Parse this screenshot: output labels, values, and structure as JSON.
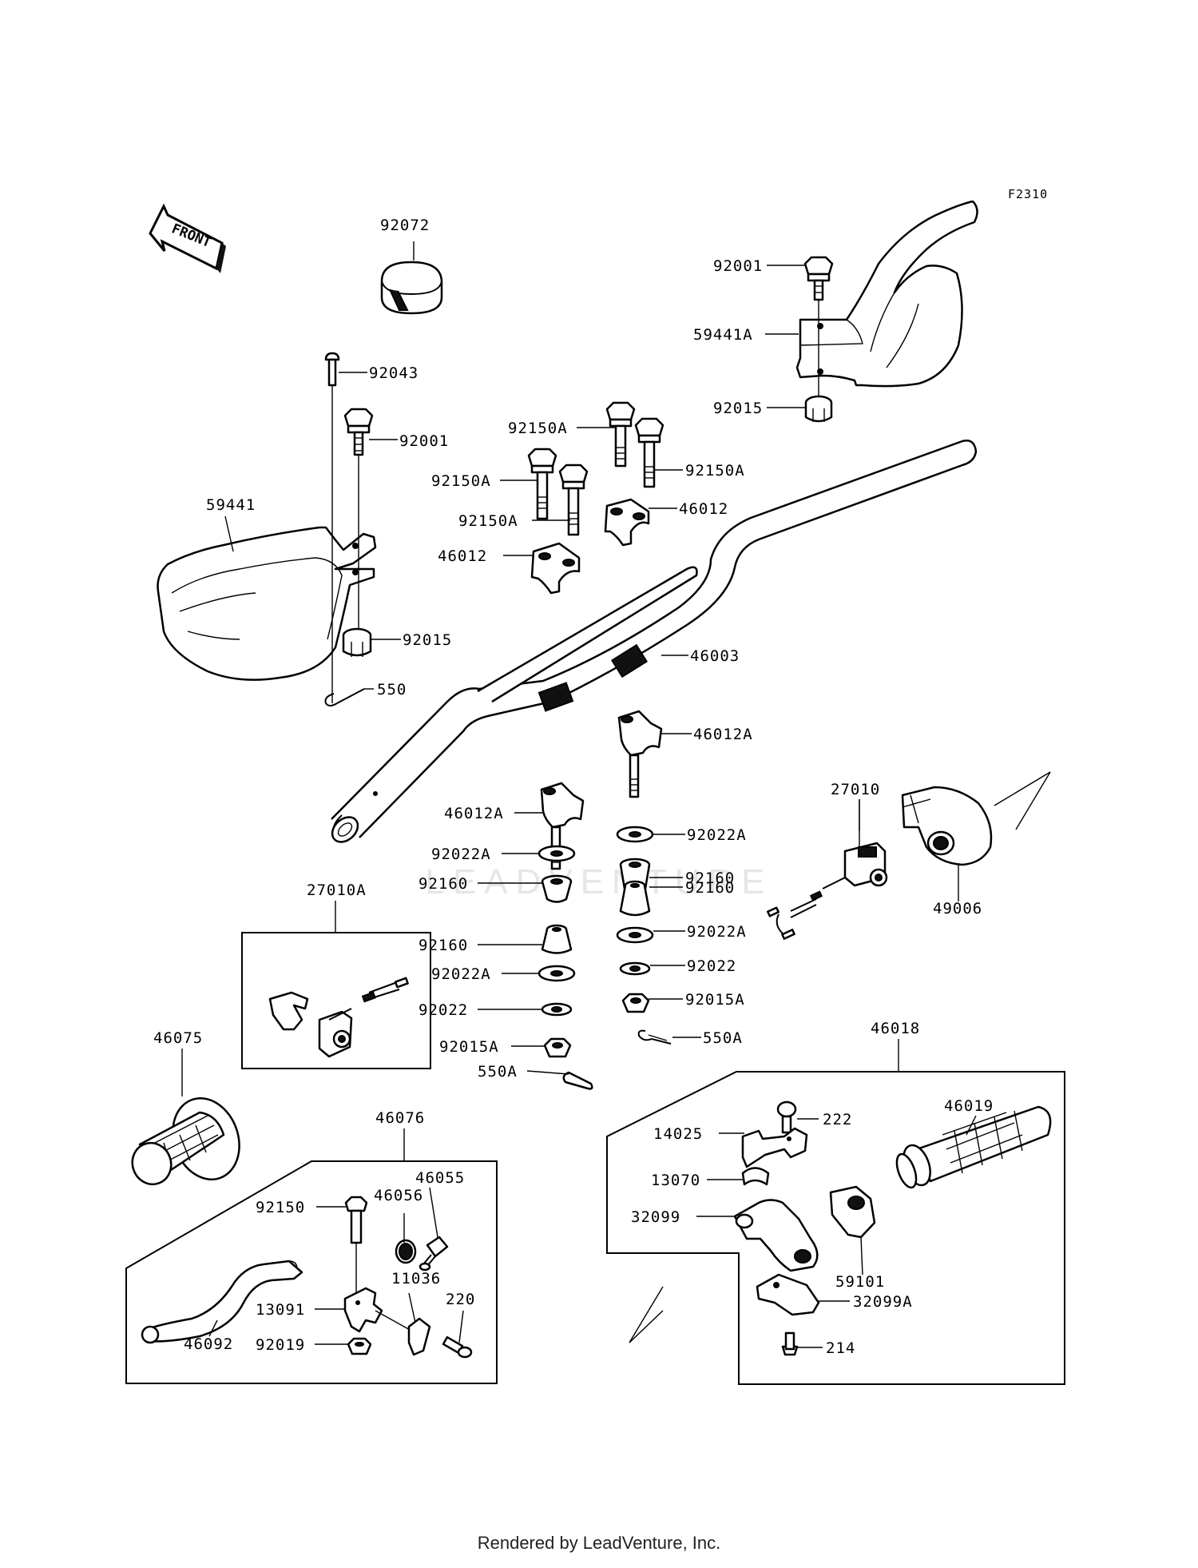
{
  "diagram_code": "F2310",
  "front_arrow_label": "FRONT",
  "footer": "Rendered by LeadVenture, Inc.",
  "watermark": "LEADVENTURE",
  "parts": {
    "p92072": "92072",
    "p92043": "92043",
    "p92001_left": "92001",
    "p59441": "59441",
    "p92015_left": "92015",
    "p550": "550",
    "p92001_right": "92001",
    "p59441A": "59441A",
    "p92015_right": "92015",
    "p92150A_1": "92150A",
    "p92150A_2": "92150A",
    "p92150A_3": "92150A",
    "p92150A_4": "92150A",
    "p46012_1": "46012",
    "p46012_2": "46012",
    "p46003": "46003",
    "p46012A_right": "46012A",
    "p46012A_left": "46012A",
    "p92022A_1": "92022A",
    "p92160_1": "92160",
    "p92022A_left": "92022A",
    "p92160_left1": "92160",
    "p92160_right2": "92160",
    "p92160_left2": "92160",
    "p92022A_right2": "92022A",
    "p92022A_left2": "92022A",
    "p92022_right": "92022",
    "p92022_left": "92022",
    "p92015A_right": "92015A",
    "p92015A_left": "92015A",
    "p550A_right": "550A",
    "p550A_left": "550A",
    "p27010": "27010",
    "p49006": "49006",
    "p27010A": "27010A",
    "p46075": "46075",
    "p46076": "46076",
    "p46055": "46055",
    "p46056": "46056",
    "p92150": "92150",
    "p11036": "11036",
    "p220": "220",
    "p13091": "13091",
    "p92019": "92019",
    "p46092": "46092",
    "p46018": "46018",
    "p46019": "46019",
    "p222": "222",
    "p14025": "14025",
    "p13070": "13070",
    "p32099": "32099",
    "p59101": "59101",
    "p32099A": "32099A",
    "p214": "214"
  }
}
